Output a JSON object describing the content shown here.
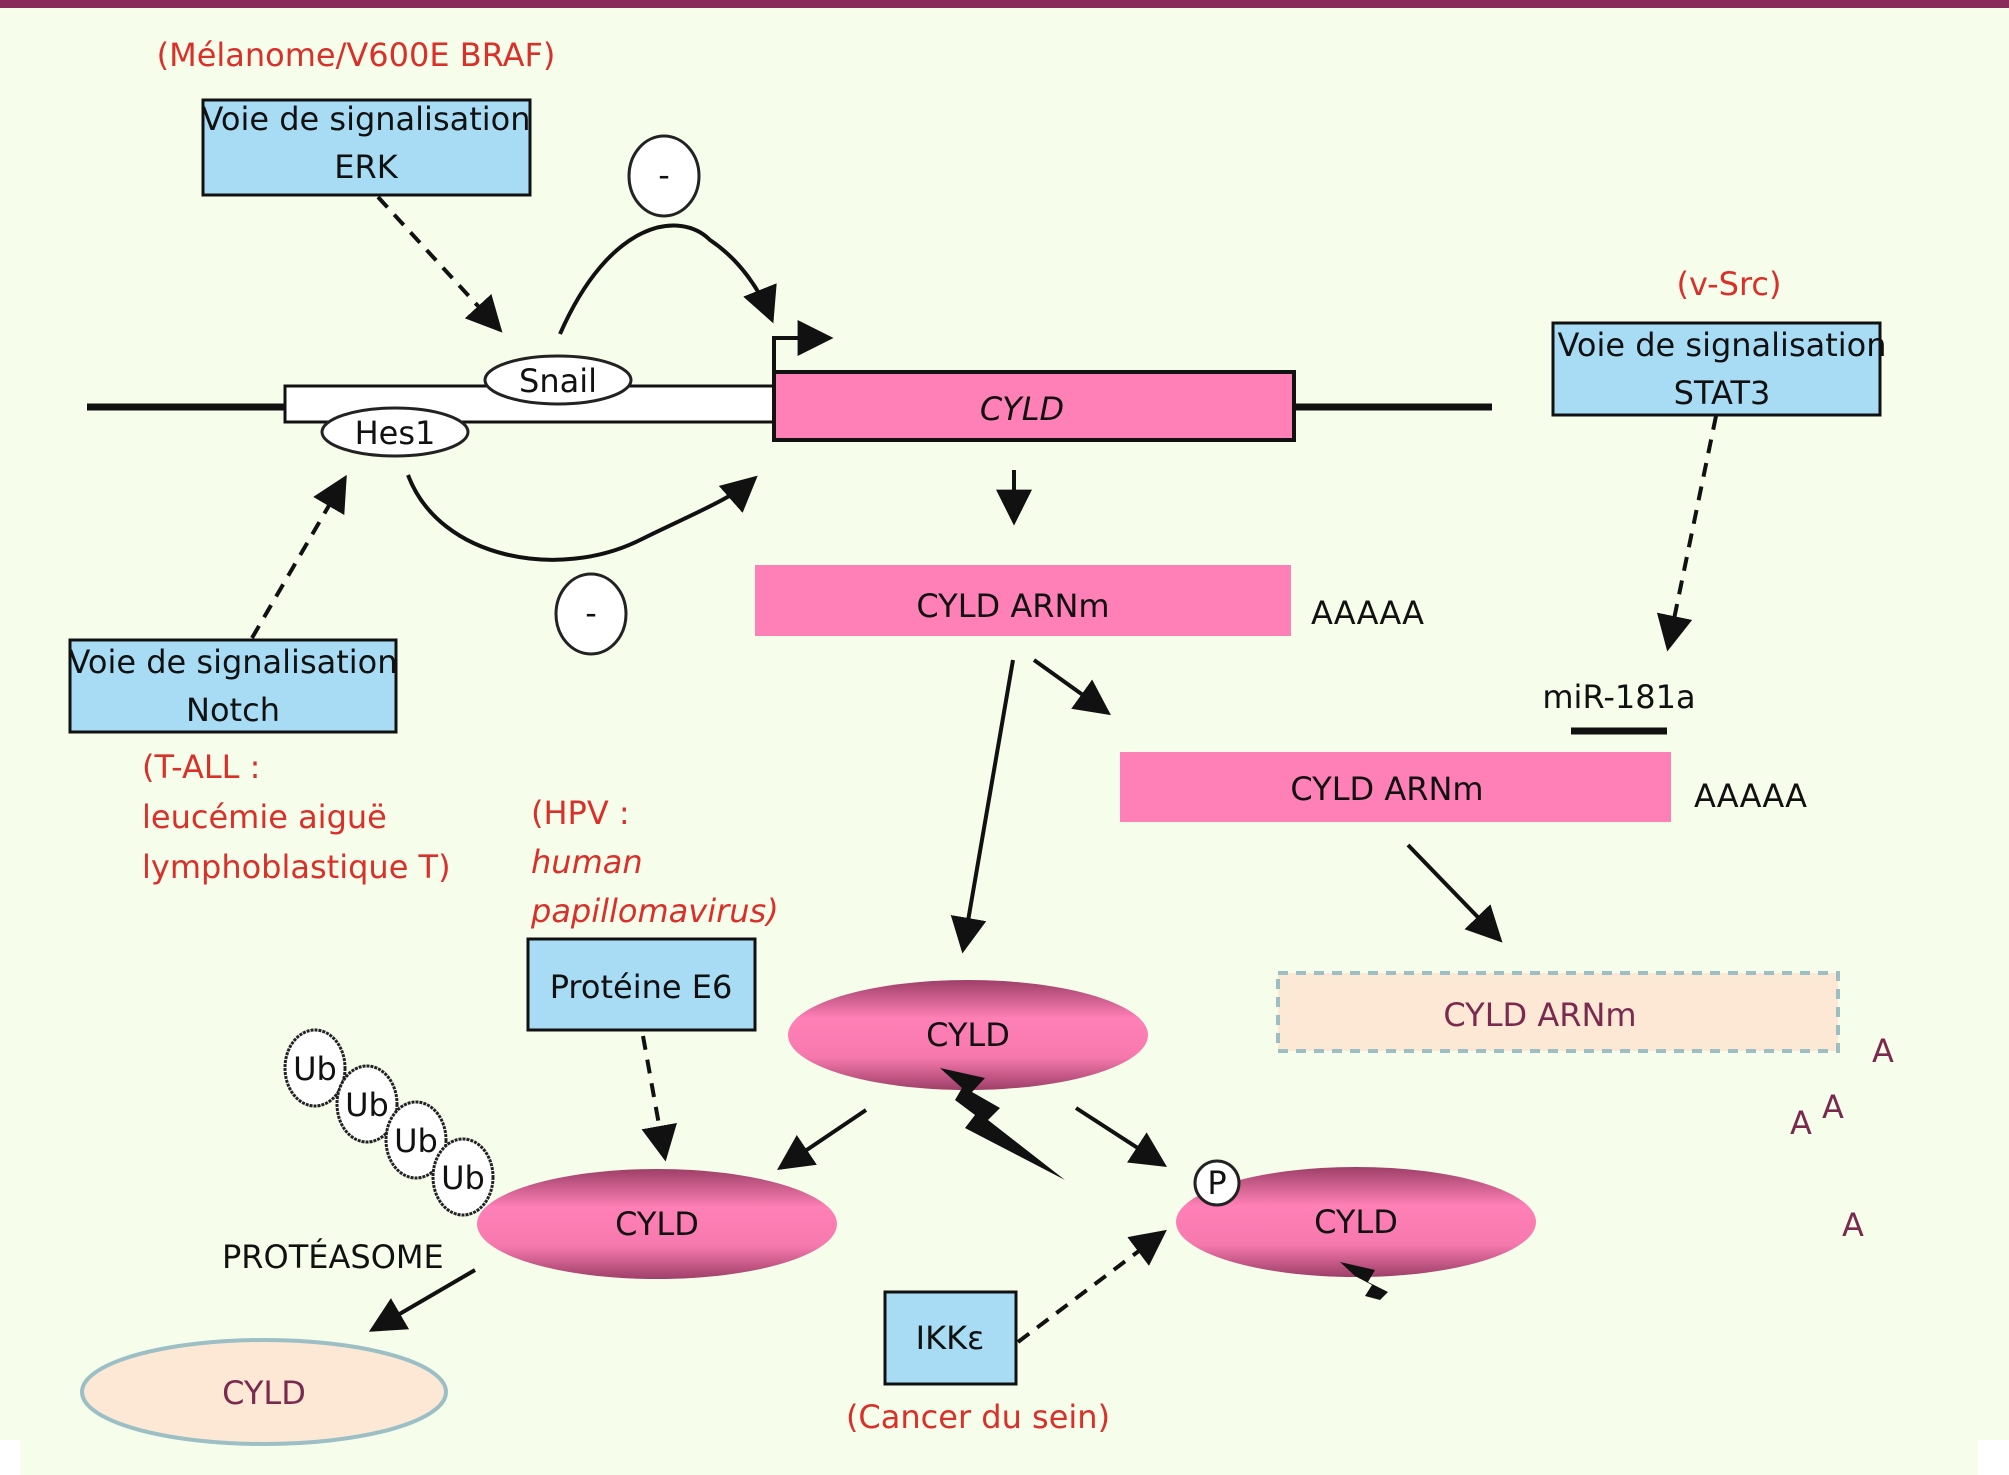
{
  "colors": {
    "background": "#f7fdeb",
    "top_bar": "#8a2a5a",
    "pathway_box": "#a8dcf5",
    "gene_pink": "#ff80b6",
    "degraded_fill": "#fde8d6",
    "degraded_stroke": "#9bbfc4",
    "disease_label": "#d9302a",
    "degraded_text": "#7a2a4e"
  },
  "pathways": {
    "erk": {
      "line1": "Voie de signalisation",
      "line2": "ERK",
      "disease": "(Mélanome/V600E BRAF)"
    },
    "stat3": {
      "line1": "Voie de signalisation",
      "line2": "STAT3",
      "disease": "(v-Src)"
    },
    "notch": {
      "line1": "Voie de signalisation",
      "line2": "Notch",
      "disease_lines": [
        "(T-ALL :",
        "leucémie aiguë",
        "lymphoblastique T)"
      ]
    },
    "e6": {
      "label": "Protéine E6",
      "disease_lines": [
        "(HPV :",
        "human",
        "papillomavirus)"
      ]
    },
    "ikk": {
      "label": "IKKε",
      "disease": "(Cancer du sein)"
    }
  },
  "gene": {
    "name": "CYLD",
    "repressors": [
      "Snail",
      "Hes1"
    ],
    "inhibition_symbol": "-"
  },
  "mrna": {
    "label": "CYLD ARNm",
    "polyA": "AAAAA",
    "mirna": "miR-181a",
    "degraded_label": "CYLD ARNm",
    "scattered_A": [
      "A",
      "A",
      "A",
      "A"
    ]
  },
  "protein": {
    "label": "CYLD",
    "ubiquitin": [
      "Ub",
      "Ub",
      "Ub",
      "Ub"
    ],
    "phospho": "P",
    "proteasome": "PROTÉASOME",
    "degraded_label": "CYLD"
  }
}
